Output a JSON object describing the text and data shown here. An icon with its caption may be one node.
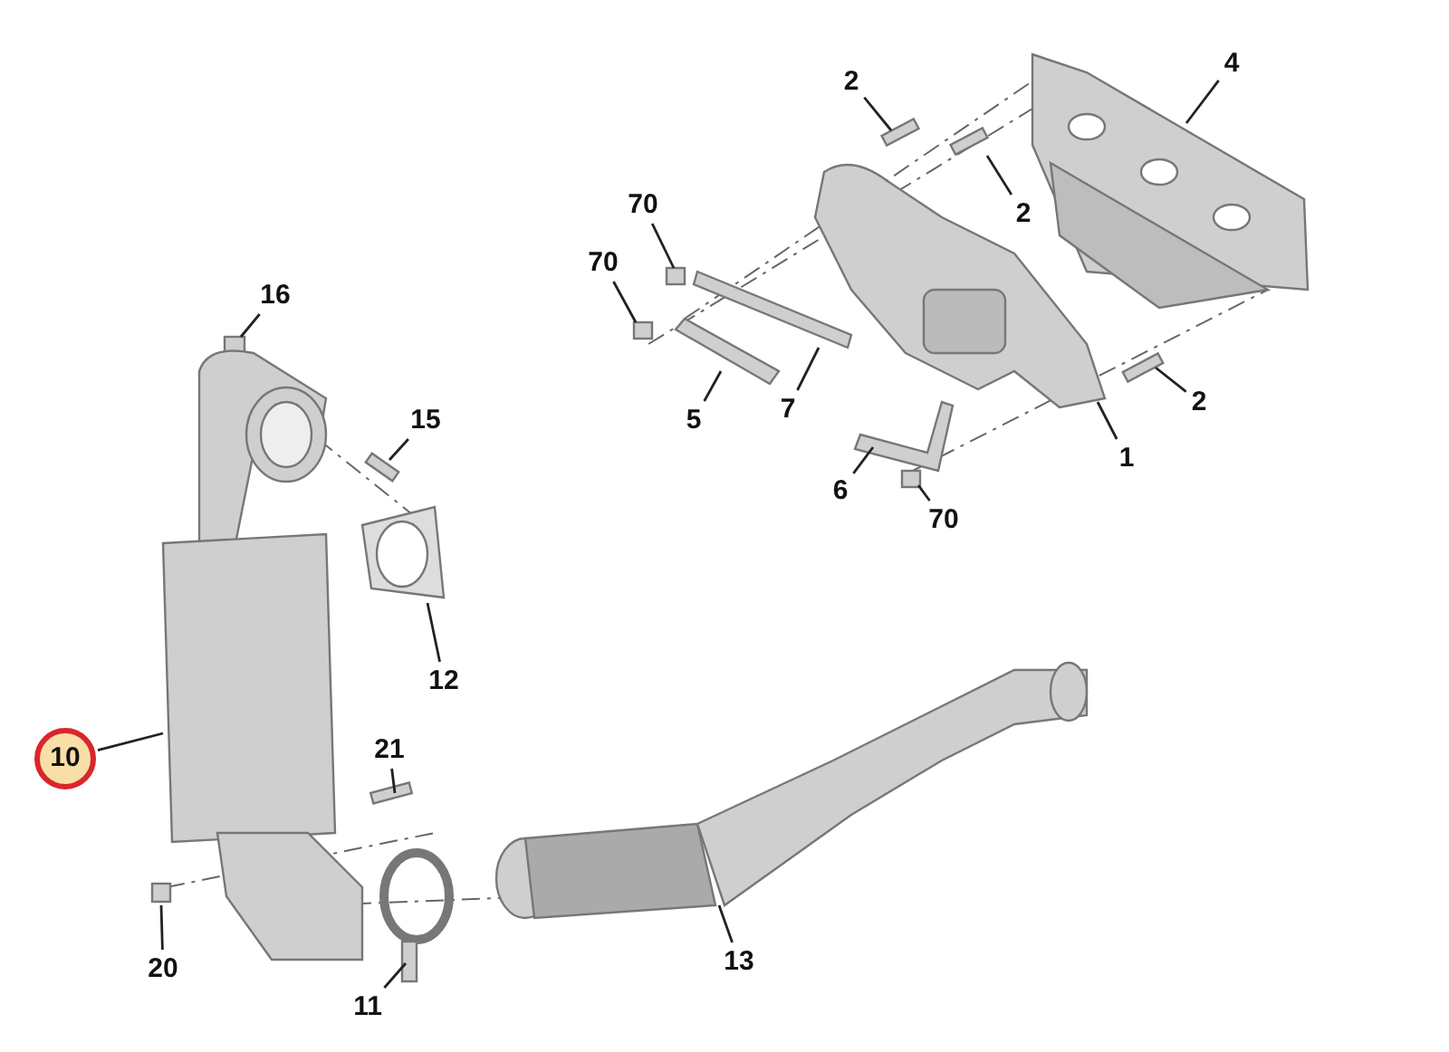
{
  "diagram": {
    "nodes": [
      {
        "text": [
          "2"
        ]
      },
      {
        "text": [
          "4"
        ]
      },
      {
        "text": [
          "70"
        ]
      },
      {
        "text": [
          "2"
        ]
      },
      {
        "text": [
          "70"
        ]
      },
      {
        "text": [
          "16"
        ]
      },
      {
        "text": [
          "2"
        ]
      },
      {
        "text": [
          "15"
        ]
      },
      {
        "text": [
          "5"
        ]
      },
      {
        "text": [
          "7"
        ]
      },
      {
        "text": [
          "1"
        ]
      },
      {
        "text": [
          "6"
        ]
      },
      {
        "text": [
          "70"
        ]
      },
      {
        "text": [
          "12"
        ]
      },
      {
        "text": [
          "10"
        ]
      },
      {
        "text": [
          "21"
        ]
      },
      {
        "text": [
          "20"
        ]
      },
      {
        "text": [
          "11"
        ]
      },
      {
        "text": [
          "13"
        ]
      }
    ],
    "edges": [
      {
        "from": 0,
        "to": null,
        "arrow": "none"
      },
      {
        "from": 1,
        "to": null,
        "arrow": "none"
      },
      {
        "from": 2,
        "to": null,
        "arrow": "none"
      },
      {
        "from": 3,
        "to": null,
        "arrow": "none"
      },
      {
        "from": 4,
        "to": null,
        "arrow": "none"
      },
      {
        "from": 5,
        "to": null,
        "arrow": "none"
      },
      {
        "from": 6,
        "to": null,
        "arrow": "none"
      },
      {
        "from": 7,
        "to": null,
        "arrow": "none"
      },
      {
        "from": 8,
        "to": null,
        "arrow": "none"
      },
      {
        "from": 9,
        "to": null,
        "arrow": "none"
      },
      {
        "from": 10,
        "to": null,
        "arrow": "none"
      },
      {
        "from": 11,
        "to": null,
        "arrow": "none"
      },
      {
        "from": 12,
        "to": null,
        "arrow": "none"
      },
      {
        "from": 13,
        "to": null,
        "arrow": "none"
      },
      {
        "from": 14,
        "to": null,
        "arrow": "none"
      },
      {
        "from": 15,
        "to": null,
        "arrow": "none"
      },
      {
        "from": 16,
        "to": null,
        "arrow": "none"
      },
      {
        "from": 17,
        "to": null,
        "arrow": "none"
      },
      {
        "from": 18,
        "to": null,
        "arrow": "none"
      }
    ]
  }
}
